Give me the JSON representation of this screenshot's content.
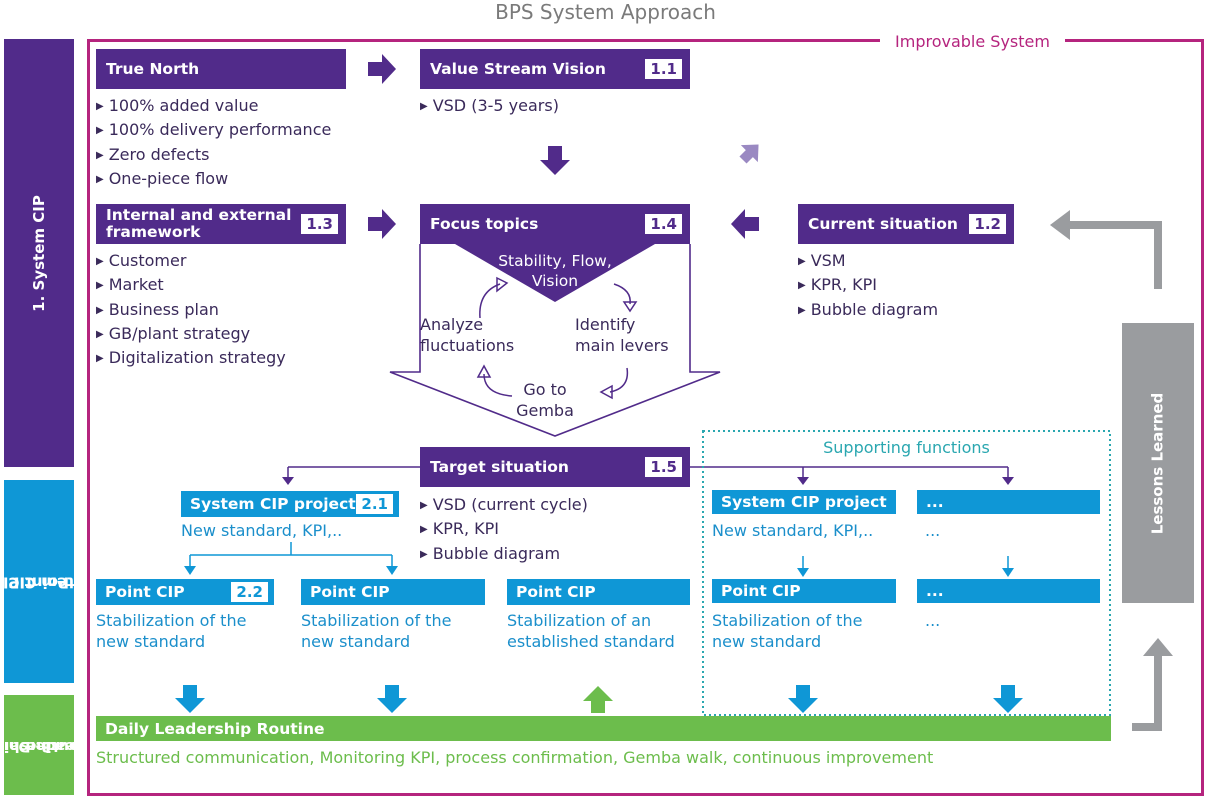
{
  "title": "BPS System Approach",
  "frame_label": "Improvable System",
  "side_labels": {
    "system_cip": "1. System CIP",
    "projects_line1": "2. System CIP projects",
    "projects_line2": "and Point CIP",
    "daily_line1": "3. Daily",
    "daily_line2": "Leadership",
    "daily_line3": "Routine",
    "lessons": "Lessons Learned"
  },
  "true_north": {
    "label": "True North",
    "items": [
      "100% added value",
      "100% delivery performance",
      "Zero defects",
      "One-piece flow"
    ]
  },
  "value_stream_vision": {
    "label": "Value Stream Vision",
    "badge": "1.1",
    "items": [
      "VSD (3-5 years)"
    ]
  },
  "framework": {
    "label_line1": "Internal and external",
    "label_line2": "framework",
    "badge": "1.3",
    "items": [
      "Customer",
      "Market",
      "Business plan",
      "GB/plant strategy",
      "Digitalization strategy"
    ]
  },
  "focus_topics": {
    "label": "Focus topics",
    "badge": "1.4",
    "triangle_line1": "Stability, Flow,",
    "triangle_line2": "Vision",
    "analyze_line1": "Analyze",
    "analyze_line2": "fluctuations",
    "identify_line1": "Identify",
    "identify_line2": "main levers",
    "gemba_line1": "Go to",
    "gemba_line2": "Gemba"
  },
  "current_situation": {
    "label": "Current situation",
    "badge": "1.2",
    "items": [
      "VSM",
      "KPR, KPI",
      "Bubble diagram"
    ]
  },
  "target_situation": {
    "label": "Target situation",
    "badge": "1.5",
    "items": [
      "VSD (current cycle)",
      "KPR, KPI",
      "Bubble diagram"
    ]
  },
  "system_cip_project": {
    "label": "System CIP project",
    "badge": "2.1",
    "text": "New standard, KPI,.."
  },
  "point_cips": [
    {
      "label": "Point CIP",
      "badge": "2.2",
      "line1": "Stabilization of the",
      "line2": "new standard"
    },
    {
      "label": "Point CIP",
      "line1": "Stabilization of the",
      "line2": "new standard"
    },
    {
      "label": "Point CIP",
      "line1": "Stabilization of an",
      "line2": "established standard"
    }
  ],
  "supporting": {
    "label": "Supporting functions",
    "project": {
      "label": "System CIP project",
      "text": "New standard, KPI,.."
    },
    "project2": {
      "label": "...",
      "text": "..."
    },
    "point": {
      "label": "Point CIP",
      "line1": "Stabilization of the",
      "line2": "new standard"
    },
    "point2": {
      "label": "...",
      "text": "..."
    }
  },
  "daily": {
    "label": "Daily Leadership Routine",
    "text": "Structured communication, Monitoring KPI, process confirmation, Gemba walk, continuous improvement"
  },
  "colors": {
    "purple": "#512b8a",
    "blue": "#0f97d6",
    "green": "#6cbd4c",
    "magenta": "#b5247e",
    "gray": "#9a9c9f",
    "teal_dotted": "#2aa7b0"
  }
}
